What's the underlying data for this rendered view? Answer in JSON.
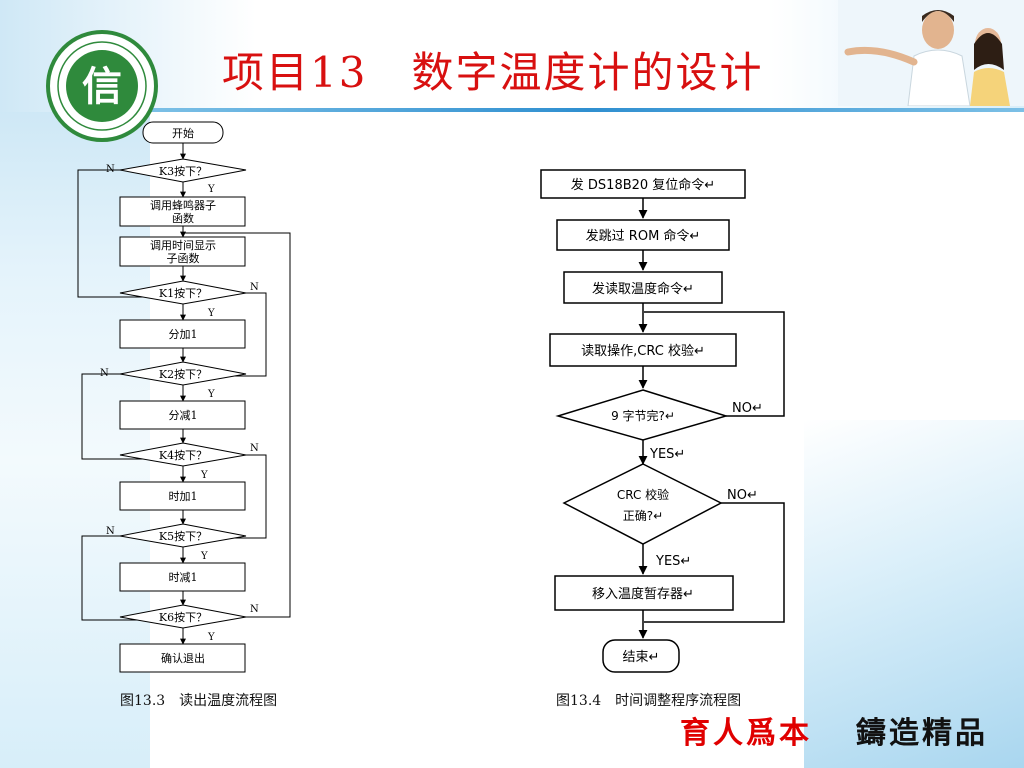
{
  "title": "项目13　数字温度计的设计",
  "left_flowchart": {
    "start": "开始",
    "k3": "K3按下？",
    "call_buzzer_line1": "调用蜂鸣器子",
    "call_buzzer_line2": "函数",
    "call_time_line1": "调用时间显示",
    "call_time_line2": "子函数",
    "k1": "K1按下？",
    "min_add": "分加1",
    "k2": "K2按下？",
    "min_sub": "分减1",
    "k4": "K4按下？",
    "hour_add": "时加1",
    "k5": "K5按下？",
    "hour_sub": "时减1",
    "k6": "K6按下？",
    "confirm_exit": "确认退出",
    "yes": "Y",
    "no": "N"
  },
  "right_flowchart": {
    "reset": "发 DS18B20 复位命令↵",
    "skip_rom": "发跳过 ROM 命令↵",
    "read_temp_cmd": "发读取温度命令↵",
    "read_op": "读取操作,CRC 校验↵",
    "nine_bytes": "9 字节完?↵",
    "no1": "NO↵",
    "yes1": "YES↵",
    "crc_line1": "CRC 校验",
    "crc_line2": "正确?↵",
    "no2": "NO↵",
    "yes2": "YES↵",
    "move": "移入温度暂存器↵",
    "end": "结束↵"
  },
  "captions": {
    "left": "图13.3　读出温度流程图",
    "right": "图13.4　时间调整程序流程图"
  },
  "slogan": {
    "red": "育人爲本",
    "black": "鑄造精品"
  },
  "colors": {
    "title": "#d81010",
    "logo_green": "#2f8a3c",
    "slogan_red": "#e00000",
    "rule_blue": "#2f8fd0"
  }
}
